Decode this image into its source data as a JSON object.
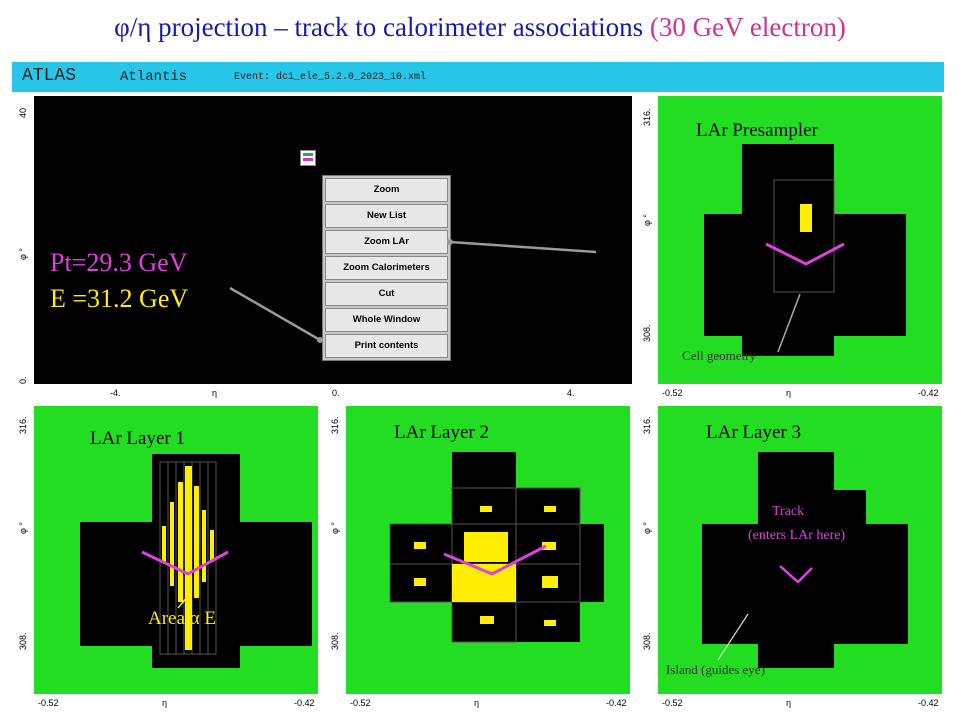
{
  "title": {
    "part1": "φ/η projection – track to calorimeter associations",
    "part2": "(30 GeV electron)"
  },
  "header": {
    "atlas": "ATLAS",
    "app": "Atlantis",
    "event": "Event: dc1_ele_5.2.0_2023_10.xml"
  },
  "main_panel": {
    "y_ticks": [
      "40",
      "φ °",
      "0."
    ],
    "x_ticks": [
      "-4.",
      "η",
      "0.",
      "4."
    ],
    "pt": "Pt=29.3 GeV",
    "e": "E =31.2 GeV"
  },
  "menu": {
    "items": [
      "Zoom",
      "New List",
      "Zoom LAr",
      "Zoom Calorimeters",
      "Cut",
      "Whole Window",
      "Print contents"
    ]
  },
  "panels": {
    "presampler": {
      "label": "LAr Presampler",
      "note": "Cell geometry"
    },
    "layer1": {
      "label": "LAr Layer 1",
      "note": "Area α E"
    },
    "layer2": {
      "label": "LAr Layer 2"
    },
    "layer3": {
      "label": "LAr Layer 3",
      "track": "Track",
      "track2": "(enters LAr here)",
      "note": "Island (guides eye)"
    }
  },
  "small_axes": {
    "y_top": "316.",
    "y_mid": "φ °",
    "y_bot": "308.",
    "x_left": "-0.52",
    "x_mid": "η",
    "x_right": "-0.42"
  },
  "colors": {
    "green": "#22dd22",
    "yellow": "#ffee00",
    "magenta": "#e040e0",
    "cyan": "#27c6e8",
    "title": "#1a1aa8",
    "accent": "#d03090"
  }
}
